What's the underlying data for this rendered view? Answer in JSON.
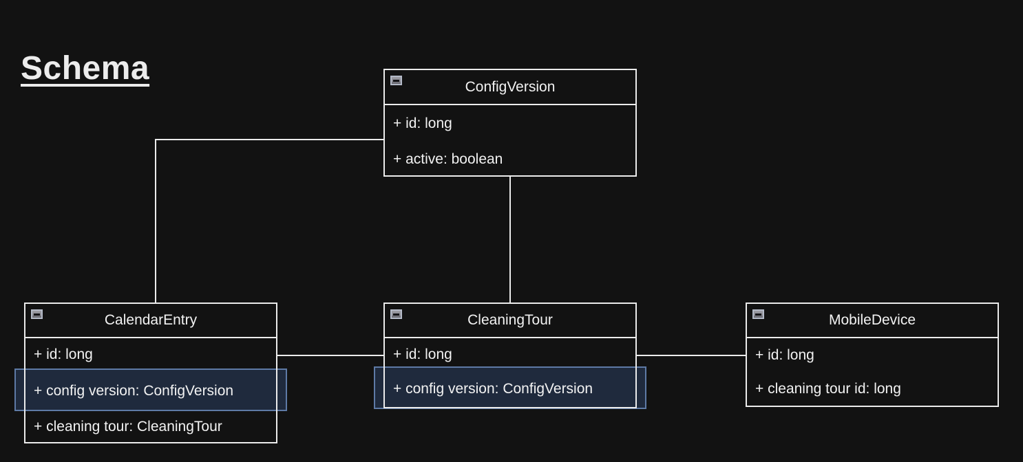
{
  "page": {
    "title": "Schema"
  },
  "colors": {
    "background": "#121212",
    "box_border": "#ececec",
    "text": "#f2f2f2",
    "connector": "#ececec",
    "highlight_fill": "#1f2a3d",
    "highlight_border": "#5e7aa6"
  },
  "diagram": {
    "entities": [
      {
        "name": "ConfigVersion",
        "icon": "collapse-minus-icon",
        "fields": [
          {
            "text": "+ id: long",
            "highlighted": false
          },
          {
            "text": "+ active: boolean",
            "highlighted": false
          }
        ]
      },
      {
        "name": "CalendarEntry",
        "icon": "collapse-minus-icon",
        "fields": [
          {
            "text": "+ id: long",
            "highlighted": false
          },
          {
            "text": "+ config version: ConfigVersion",
            "highlighted": true
          },
          {
            "text": "+ cleaning tour: CleaningTour",
            "highlighted": false
          }
        ]
      },
      {
        "name": "CleaningTour",
        "icon": "collapse-minus-icon",
        "fields": [
          {
            "text": "+ id: long",
            "highlighted": false
          },
          {
            "text": "+ config version: ConfigVersion",
            "highlighted": true
          }
        ]
      },
      {
        "name": "MobileDevice",
        "icon": "collapse-minus-icon",
        "fields": [
          {
            "text": "+ id: long",
            "highlighted": false
          },
          {
            "text": "+ cleaning tour id: long",
            "highlighted": false
          }
        ]
      }
    ],
    "relations": [
      {
        "from": "ConfigVersion",
        "to": "CalendarEntry"
      },
      {
        "from": "ConfigVersion",
        "to": "CleaningTour"
      },
      {
        "from": "CalendarEntry",
        "to": "CleaningTour"
      },
      {
        "from": "CleaningTour",
        "to": "MobileDevice"
      }
    ]
  }
}
